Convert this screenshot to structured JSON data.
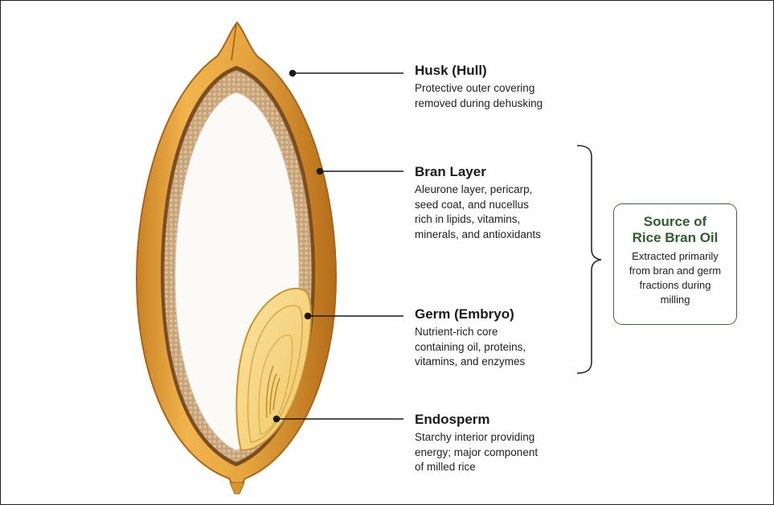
{
  "labels": {
    "husk": {
      "title": "Husk (Hull)",
      "lines": [
        "Protective outer covering",
        "removed during dehusking"
      ]
    },
    "bran": {
      "title": "Bran Layer",
      "lines": [
        "Aleurone layer, pericarp,",
        "seed coat, and nucellus",
        "rich in lipids, vitamins,",
        "minerals, and antioxidants"
      ]
    },
    "germ": {
      "title": "Germ (Embryo)",
      "lines": [
        "Nutrient-rich core",
        "containing oil, proteins,",
        "vitamins, and enzymes"
      ]
    },
    "endosperm": {
      "title": "Endosperm",
      "lines": [
        "Starchy interior providing",
        "energy; major component",
        "of milled rice"
      ]
    }
  },
  "callout": {
    "title_lines": [
      "Source of",
      "Rice Bran Oil"
    ],
    "lines": [
      "Extracted primarily",
      "from bran and germ",
      "fractions during",
      "milling"
    ]
  },
  "colors": {
    "husk": "#e3a23f",
    "husk_dark": "#b9741c",
    "bran": "#c9a57a",
    "endosperm": "#fbfaf6",
    "germ": "#f4d27e",
    "callout_border": "#3c6a3c",
    "callout_title": "#2d5e2d"
  }
}
